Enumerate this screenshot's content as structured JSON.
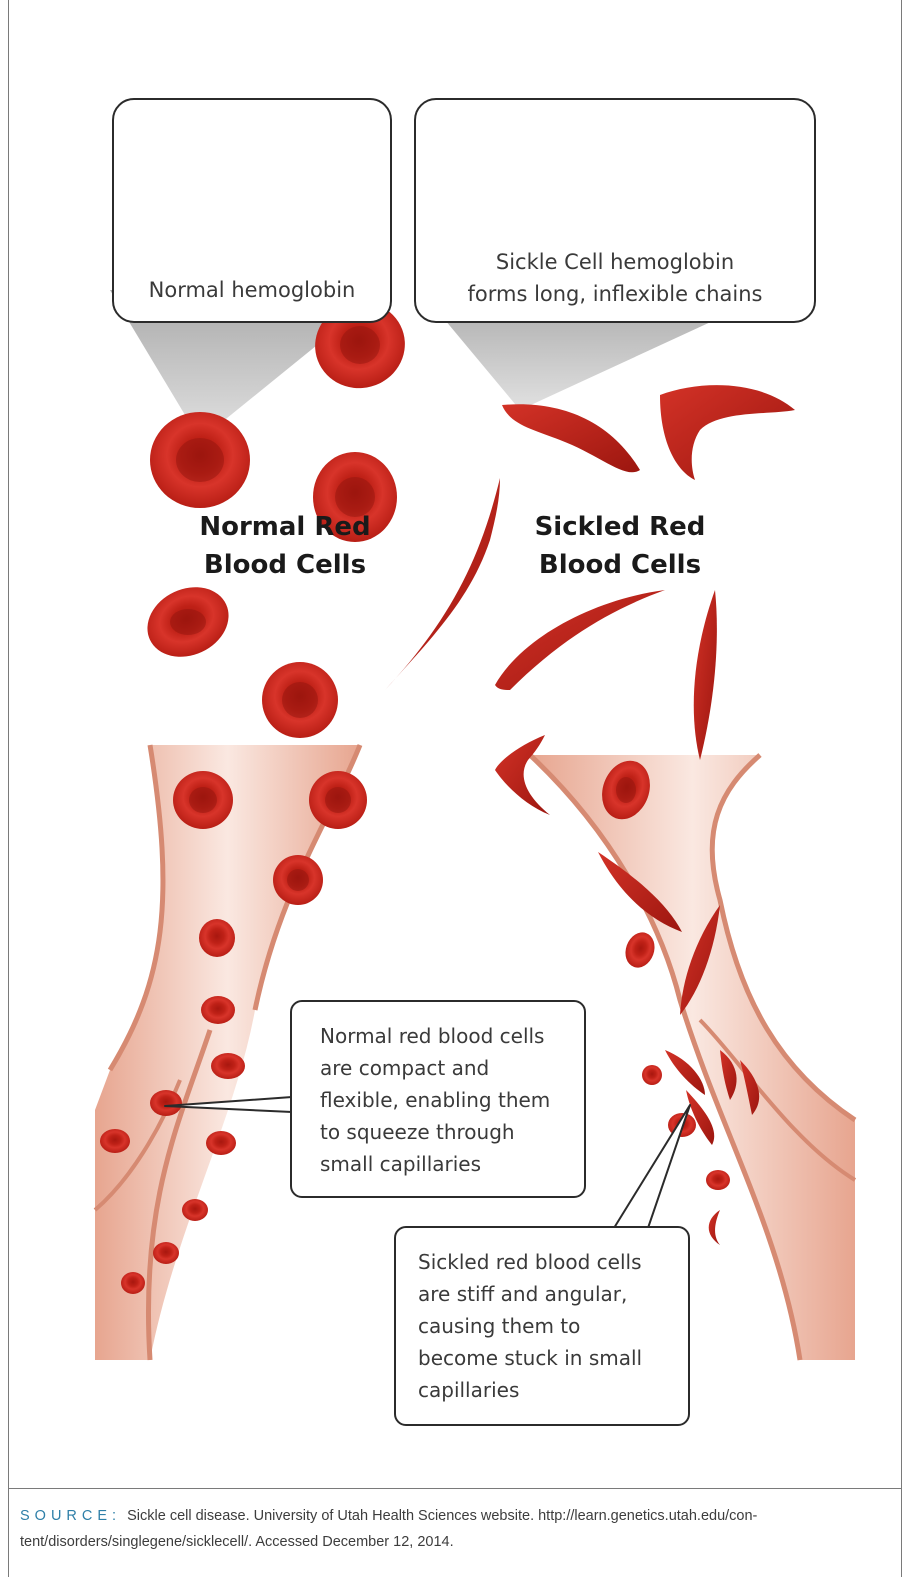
{
  "figure": {
    "callouts": {
      "normal_hemoglobin": "Normal hemoglobin",
      "sickle_hemoglobin": [
        "Sickle Cell hemoglobin",
        "forms long, inflexible chains"
      ],
      "normal_cells_note": [
        "Normal red blood cells",
        "are compact and",
        "flexible, enabling them",
        "to squeeze through",
        "small capillaries"
      ],
      "sickled_cells_note": [
        "Sickled red blood cells",
        "are stiff and angular,",
        "causing them to",
        "become stuck in small",
        "capillaries"
      ]
    },
    "labels": {
      "normal_cells": [
        "Normal Red",
        "Blood Cells"
      ],
      "sickled_cells": [
        "Sickled Red",
        "Blood Cells"
      ]
    },
    "colors": {
      "cell_red": "#c8261c",
      "cell_dark": "#8e140e",
      "hemoglobin_blue": "#5b86cf",
      "hemoglobin_orange": "#e58a3c",
      "vessel": "#f2d3c8",
      "source_accent": "#2e7fa8"
    }
  },
  "source": {
    "key": "SOURCE:",
    "text": "Sickle cell disease. University of Utah Health Sciences website. http://learn.genetics.utah.edu/con-tent/disorders/singlegene/sicklecell/. Accessed December 12, 2014."
  }
}
